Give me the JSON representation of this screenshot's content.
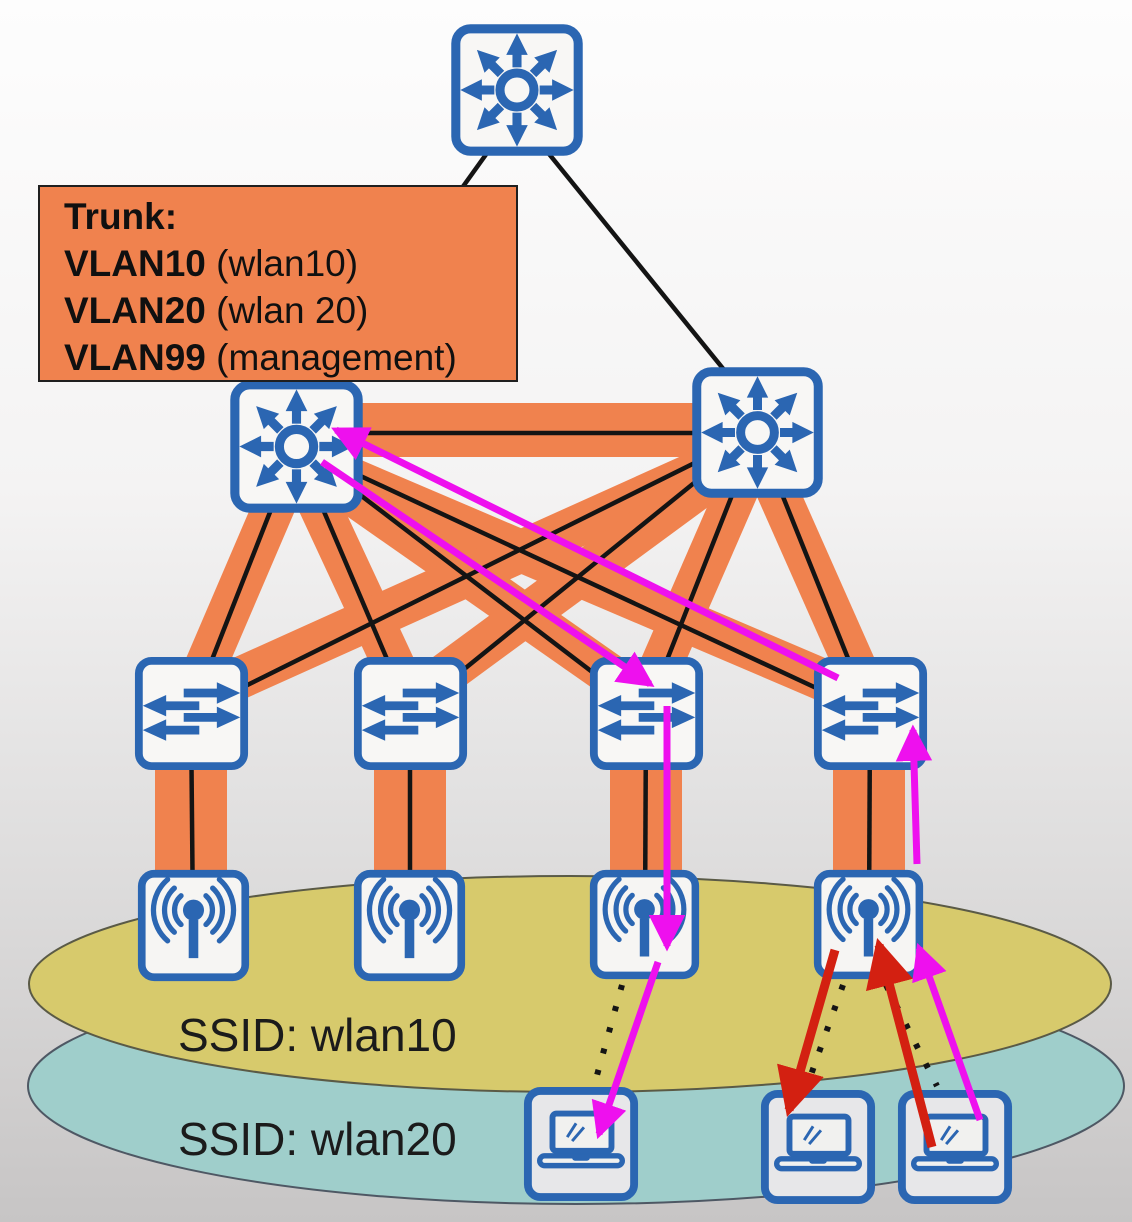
{
  "trunk_box": {
    "title": "Trunk:",
    "lines": [
      {
        "vlan": "VLAN10",
        "note": " (wlan10)"
      },
      {
        "vlan": "VLAN20",
        "note": " (wlan 20)"
      },
      {
        "vlan": "VLAN99",
        "note": " (management)"
      }
    ]
  },
  "ssid_zones": [
    {
      "label": "SSID: wlan10",
      "color": "#D7CA6C"
    },
    {
      "label": "SSID: wlan20",
      "color": "#9FCECB"
    }
  ],
  "icons": {
    "core_router": "multilayer-router-icon",
    "distribution_router": "multilayer-router-icon",
    "access_switch": "workgroup-switch-icon",
    "access_point": "wireless-ap-icon",
    "client": "laptop-icon"
  },
  "node_counts": {
    "core_routers": 1,
    "distribution_routers": 2,
    "access_switches": 4,
    "access_points": 4,
    "laptops": 3
  },
  "colors": {
    "trunk_link": "#F0824E",
    "wired_link": "#141414",
    "flow_path_magenta": "#EE10EE",
    "flow_path_red": "#D32011",
    "device_blue": "#2B66B2",
    "zone_wlan10": "#D7CA6C",
    "zone_wlan20": "#9FCECB"
  }
}
